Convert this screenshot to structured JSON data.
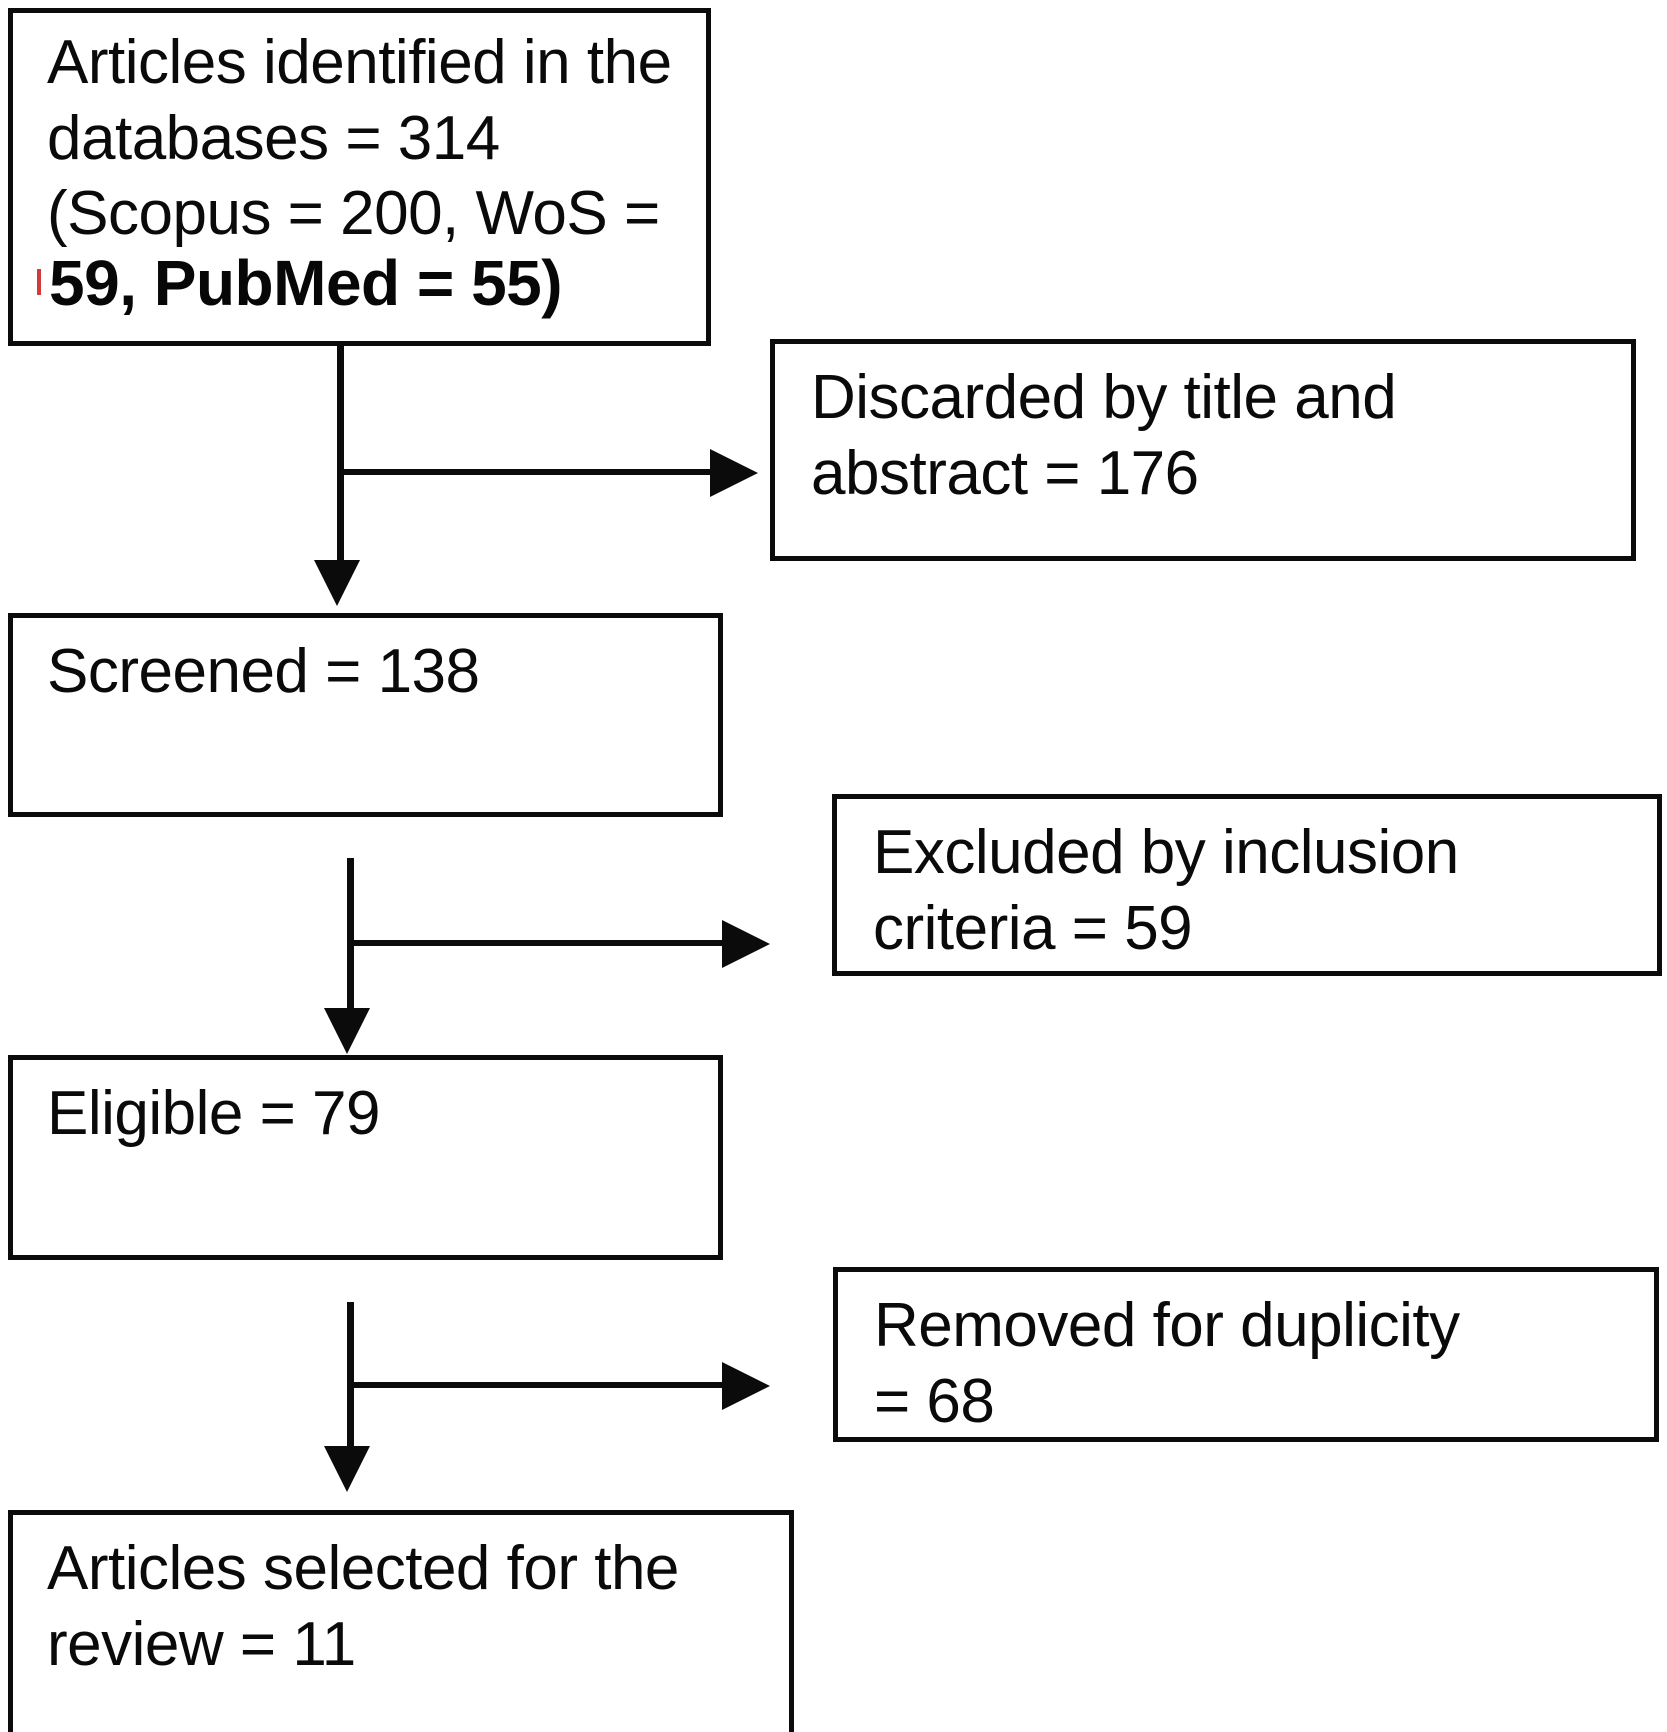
{
  "diagram": {
    "title": "PRISMA article selection flow diagram",
    "type": "flowchart",
    "orientation": "vertical-with-side-exclusions",
    "line_color": "#0b0b0b",
    "box_fill": "#ffffff"
  },
  "boxes": {
    "identified": {
      "name": "Articles identified in the databases",
      "text_main": "Articles identified in the\ndatabases = 314\n(Scopus = 200, WoS =",
      "text_tail": "59, PubMed = 55)",
      "total": 314,
      "sources": [
        {
          "label": "Scopus",
          "count": 200
        },
        {
          "label": "WoS",
          "count": 59
        },
        {
          "label": "PubMed",
          "count": 55
        }
      ]
    },
    "discarded": {
      "text": "Discarded by title and\nabstract = 176",
      "count": 176
    },
    "screened": {
      "text": "Screened = 138",
      "count": 138
    },
    "excluded": {
      "text": "Excluded by inclusion\ncriteria = 59",
      "count": 59
    },
    "eligible": {
      "text": "Eligible = 79",
      "count": 79
    },
    "removed": {
      "text": "Removed for duplicity\n= 68",
      "count": 68
    },
    "selected": {
      "text": "Articles selected for the\nreview = 11",
      "count": 11
    }
  },
  "flow": {
    "stages": [
      "identified",
      "screened",
      "eligible",
      "selected"
    ],
    "stage_counts": [
      314,
      138,
      79,
      11
    ],
    "exclusions": [
      "discarded",
      "excluded",
      "removed"
    ],
    "exclusion_counts": [
      176,
      59,
      68
    ]
  }
}
